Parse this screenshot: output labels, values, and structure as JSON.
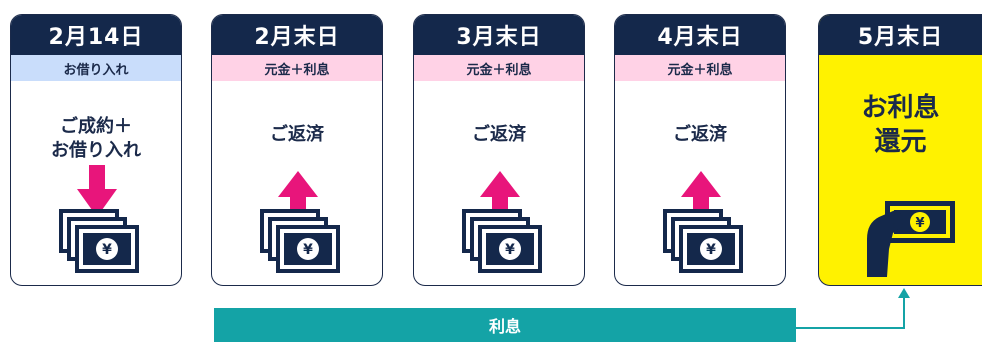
{
  "cards": [
    {
      "date": "2月14日",
      "tag": "お借り入れ",
      "lines": [
        "ご成約＋",
        "お借り入れ"
      ],
      "arrow": "down"
    },
    {
      "date": "2月末日",
      "tag": "元金＋利息",
      "lines": [
        "ご返済"
      ],
      "arrow": "up"
    },
    {
      "date": "3月末日",
      "tag": "元金＋利息",
      "lines": [
        "ご返済"
      ],
      "arrow": "up"
    },
    {
      "date": "4月末日",
      "tag": "元金＋利息",
      "lines": [
        "ご返済"
      ],
      "arrow": "up"
    },
    {
      "date": "5月末日",
      "lines": [
        "お利息",
        "還元"
      ]
    }
  ],
  "interest_bar": {
    "label": "利息"
  },
  "icons": {
    "money": "money-stack-icon",
    "arrow_down": "arrow-down-icon",
    "arrow_up": "arrow-up-icon",
    "hand": "hand-holding-money-icon"
  },
  "colors": {
    "navy": "#14284b",
    "blue_tag": "#c9ddfb",
    "pink_tag": "#ffd2e6",
    "pink_arrow": "#e8157b",
    "yellow": "#fff200",
    "teal": "#14a3a6"
  }
}
